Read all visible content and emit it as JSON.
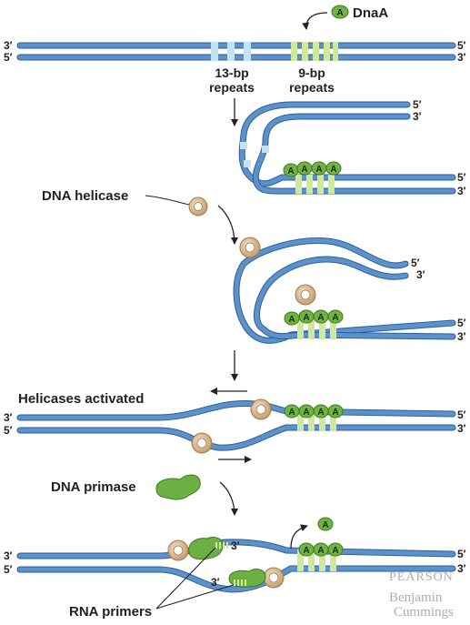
{
  "labels": {
    "dnaa": "DnaA",
    "thirteen_bp_line1": "13-bp",
    "thirteen_bp_line2": "repeats",
    "nine_bp_line1": "9-bp",
    "nine_bp_line2": "repeats",
    "dna_helicase": "DNA helicase",
    "helicases_activated": "Helicases activated",
    "dna_primase": "DNA primase",
    "rna_primers": "RNA primers"
  },
  "strand_ends": {
    "three_prime": "3′",
    "five_prime": "5′"
  },
  "dnaa_letter": "A",
  "publisher": {
    "line1": "PEARSON",
    "line2": "Benjamin",
    "line3": "Cummings"
  },
  "colors": {
    "dna_strand": "#5b92cc",
    "dna_strand_outline": "#2f5f99",
    "repeat_13bp": "#c3e3f3",
    "repeat_9bp": "#cfe89a",
    "dnaa_protein": "#6fb43f",
    "helicase": "#d9b78c",
    "primase": "#6cb043",
    "text": "#222222",
    "publisher_mark": "#aeaeae"
  }
}
